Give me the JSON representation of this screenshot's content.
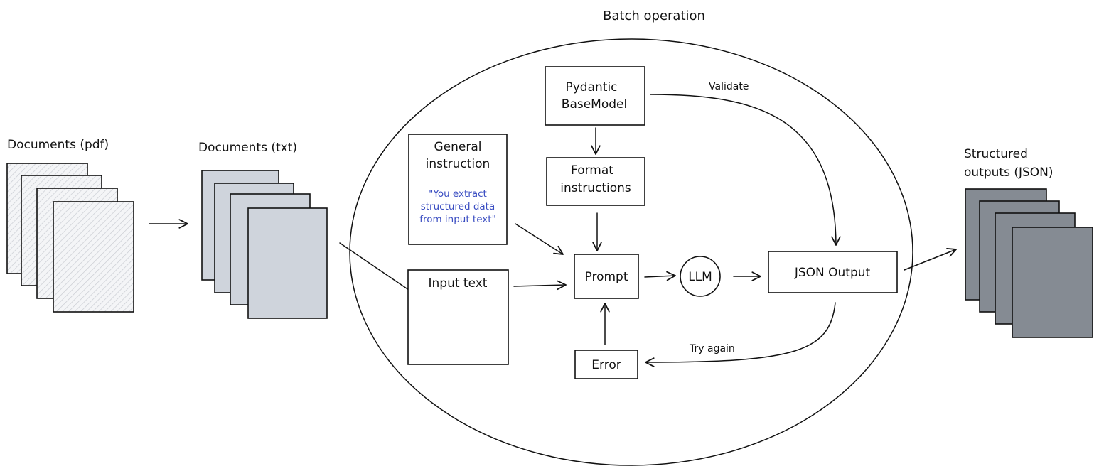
{
  "title": "Batch operation",
  "stacks": {
    "pdf": {
      "label": "Documents (pdf)"
    },
    "txt": {
      "label": "Documents (txt)"
    },
    "json": {
      "label_line1": "Structured",
      "label_line2": "outputs (JSON)"
    }
  },
  "nodes": {
    "general_instruction": {
      "title_line1": "General",
      "title_line2": "instruction",
      "quote_line1": "\"You extract",
      "quote_line2": "structured data",
      "quote_line3": "from input text\""
    },
    "input_text": {
      "label": "Input text"
    },
    "pydantic": {
      "line1": "Pydantic",
      "line2": "BaseModel"
    },
    "format_instructions": {
      "line1": "Format",
      "line2": "instructions"
    },
    "prompt": {
      "label": "Prompt"
    },
    "llm": {
      "label": "LLM"
    },
    "json_output": {
      "label": "JSON Output"
    },
    "error": {
      "label": "Error"
    }
  },
  "edge_labels": {
    "validate": "Validate",
    "try_again": "Try again"
  },
  "colors": {
    "ink": "#111111",
    "quote_text": "#3b4ec2",
    "pdf_hatch": "#c9ccd2",
    "txt_fill": "#cfd4dc",
    "json_fill": "#858b93"
  }
}
